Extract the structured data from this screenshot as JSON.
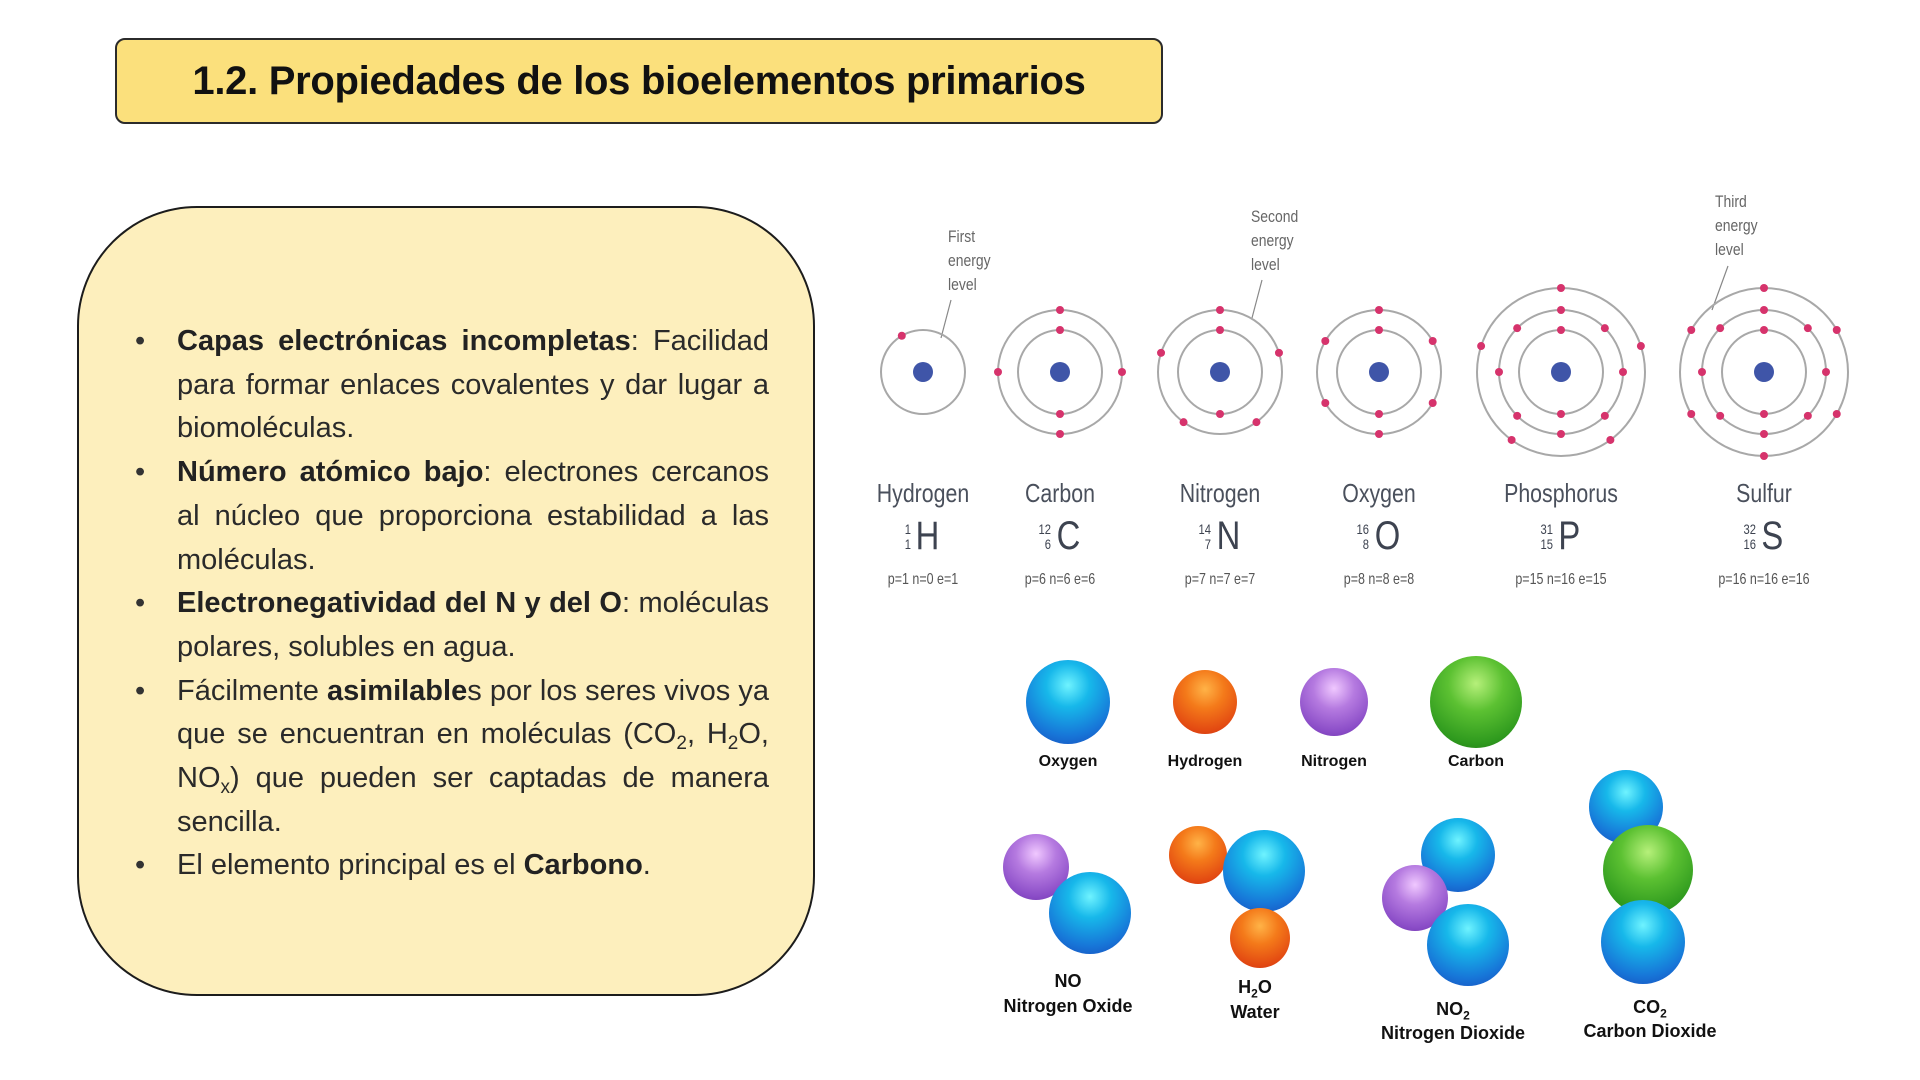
{
  "title": "1.2. Propiedades de los bioelementos primarios",
  "bullets": [
    [
      {
        "t": "Capas electrónicas incompletas",
        "b": true
      },
      {
        "t": ": Facilidad para formar enlaces covalentes y dar lugar a biomoléculas."
      }
    ],
    [
      {
        "t": "Número atómico bajo",
        "b": true
      },
      {
        "t": ": electrones cercanos al núcleo que proporciona estabilidad a las moléculas."
      }
    ],
    [
      {
        "t": "Electronegatividad del N y del O",
        "b": true
      },
      {
        "t": ": moléculas polares, solubles en agua."
      }
    ],
    [
      {
        "t": "Fácilmente "
      },
      {
        "t": "asimilable",
        "b": true
      },
      {
        "t": "s por los seres vivos ya que  se encuentran en moléculas (CO"
      },
      {
        "t": "2",
        "sub": true
      },
      {
        "t": ", H"
      },
      {
        "t": "2",
        "sub": true
      },
      {
        "t": "O, NO"
      },
      {
        "t": "x",
        "sub": true
      },
      {
        "t": ") que pueden ser captadas de manera sencilla."
      }
    ],
    [
      {
        "t": "El elemento principal es el "
      },
      {
        "t": "Carbono",
        "b": true
      },
      {
        "t": "."
      }
    ]
  ],
  "energy_labels": {
    "first": [
      "First",
      "energy",
      "level"
    ],
    "second": [
      "Second",
      "energy",
      "level"
    ],
    "third": [
      "Third",
      "energy",
      "level"
    ]
  },
  "elements": [
    {
      "name": "Hydrogen",
      "symbol": "H",
      "mass": "1",
      "number": "1",
      "counts": "p=1 n=0 e=1",
      "shells": [
        1
      ]
    },
    {
      "name": "Carbon",
      "symbol": "C",
      "mass": "12",
      "number": "6",
      "counts": "p=6 n=6 e=6",
      "shells": [
        2,
        4
      ]
    },
    {
      "name": "Nitrogen",
      "symbol": "N",
      "mass": "14",
      "number": "7",
      "counts": "p=7 n=7 e=7",
      "shells": [
        2,
        5
      ]
    },
    {
      "name": "Oxygen",
      "symbol": "O",
      "mass": "16",
      "number": "8",
      "counts": "p=8 n=8 e=8",
      "shells": [
        2,
        6
      ]
    },
    {
      "name": "Phosphorus",
      "symbol": "P",
      "mass": "31",
      "number": "15",
      "counts": "p=15 n=16 e=15",
      "shells": [
        2,
        8,
        5
      ]
    },
    {
      "name": "Sulfur",
      "symbol": "S",
      "mass": "32",
      "number": "16",
      "counts": "p=16 n=16 e=16",
      "shells": [
        2,
        8,
        6
      ]
    }
  ],
  "atom_legend": [
    "Oxygen",
    "Hydrogen",
    "Nitrogen",
    "Carbon"
  ],
  "molecules": [
    {
      "formula": "NO",
      "formula_sub": "",
      "formula_tail": "",
      "name": "Nitrogen Oxide"
    },
    {
      "formula": "H",
      "formula_sub": "2",
      "formula_tail": "O",
      "name": "Water"
    },
    {
      "formula": "NO",
      "formula_sub": "2",
      "formula_tail": "",
      "name": "Nitrogen Dioxide"
    },
    {
      "formula": "CO",
      "formula_sub": "2",
      "formula_tail": "",
      "name": "Carbon Dioxide"
    }
  ],
  "colors": {
    "title_bg": "#fbe07c",
    "panel_bg": "#fdefbd",
    "electron": "#d6336c",
    "nucleus": "#3f55a8",
    "orbit": "#a8a8a8"
  }
}
